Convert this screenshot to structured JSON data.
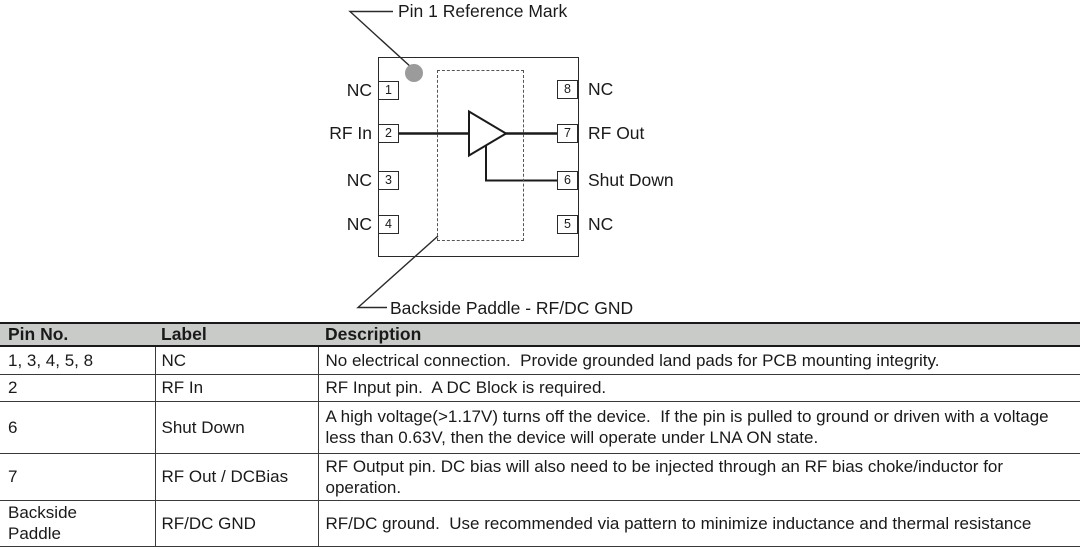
{
  "diagram": {
    "pin1_mark_label": "Pin 1 Reference Mark",
    "paddle_label": "Backside Paddle - RF/DC GND",
    "symbols": {
      "amplifier": "amplifier-triangle"
    },
    "left_pins": [
      {
        "num": "1",
        "label": "NC"
      },
      {
        "num": "2",
        "label": "RF In"
      },
      {
        "num": "3",
        "label": "NC"
      },
      {
        "num": "4",
        "label": "NC"
      }
    ],
    "right_pins": [
      {
        "num": "8",
        "label": "NC"
      },
      {
        "num": "7",
        "label": "RF Out"
      },
      {
        "num": "6",
        "label": "Shut Down"
      },
      {
        "num": "5",
        "label": "NC"
      }
    ]
  },
  "table": {
    "headers": [
      "Pin No.",
      "Label",
      "Description"
    ],
    "rows": [
      {
        "pin": "1, 3, 4, 5, 8",
        "label": "NC",
        "description": "No electrical connection.  Provide grounded land pads for PCB mounting integrity."
      },
      {
        "pin": "2",
        "label": "RF In",
        "description": "RF Input pin.  A DC Block is required."
      },
      {
        "pin": "6",
        "label": "Shut Down",
        "description": "A high voltage(>1.17V) turns off the device.  If the pin is pulled to ground or driven with a voltage less than 0.63V, then the device will operate under LNA ON state."
      },
      {
        "pin": "7",
        "label": "RF Out / DCBias",
        "description": "RF Output pin. DC bias will also need to be injected through an RF bias choke/inductor for operation."
      },
      {
        "pin": "Backside Paddle",
        "label": "RF/DC GND",
        "description": "RF/DC ground.  Use recommended via pattern to minimize inductance and thermal resistance"
      }
    ]
  },
  "colors": {
    "header_bg": "#c9cbc9",
    "pin1_dot": "#9b9b9b",
    "text": "#1a1a1a"
  }
}
